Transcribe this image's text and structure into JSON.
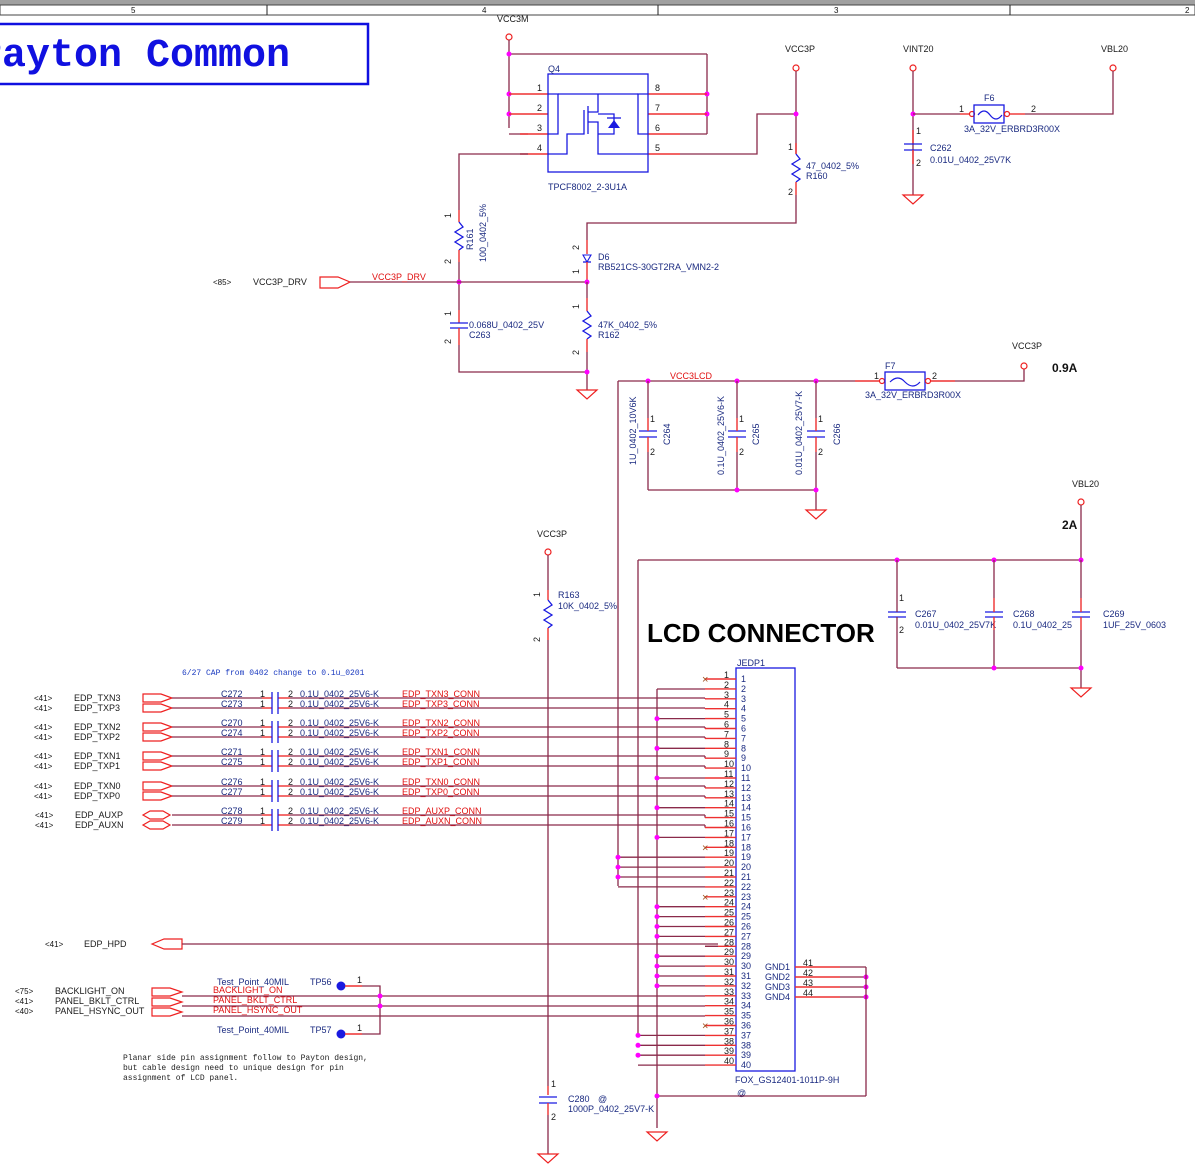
{
  "frame": {
    "zones": [
      "5",
      "4",
      "3",
      "2"
    ]
  },
  "title": "Payton Common",
  "section_title": "LCD CONNECTOR",
  "power_rails": {
    "vcc3m": "VCC3M",
    "vcc3p_top": "VCC3P",
    "vint20": "VINT20",
    "vbl20_top": "VBL20",
    "vcc3p_f7": "VCC3P",
    "vbl20_right": "VBL20",
    "vcc3p_r163": "VCC3P"
  },
  "currents": {
    "vcc3p": "0.9A",
    "vbl20": "2A"
  },
  "q4": {
    "ref": "Q4",
    "part": "TPCF8002_2-3U1A",
    "pins_left": [
      "1",
      "2",
      "3",
      "4"
    ],
    "pins_right": [
      "8",
      "7",
      "6",
      "5"
    ]
  },
  "f6": {
    "ref": "F6",
    "value": "3A_32V_ERBRD3R00X",
    "pin1": "1",
    "pin2": "2"
  },
  "f7": {
    "ref": "F7",
    "value": "3A_32V_ERBRD3R00X",
    "pin1": "1",
    "pin2": "2"
  },
  "c262": {
    "ref": "C262",
    "value": "0.01U_0402_25V7K",
    "pin1": "1",
    "pin2": "2"
  },
  "r160": {
    "ref": "R160",
    "value": "47_0402_5%",
    "pin1": "1",
    "pin2": "2"
  },
  "r161": {
    "ref": "R161",
    "value": "100_0402_5%",
    "pin1": "1",
    "pin2": "2"
  },
  "d6": {
    "ref": "D6",
    "value": "RB521CS-30GT2RA_VMN2-2",
    "pin1": "1",
    "pin2": "2"
  },
  "c263": {
    "ref": "C263",
    "value": "0.068U_0402_25V",
    "pin1": "1",
    "pin2": "2"
  },
  "r162": {
    "ref": "R162",
    "value": "47K_0402_5%",
    "pin1": "1",
    "pin2": "2"
  },
  "vcc3p_drv": {
    "sheet_ref": "<85>",
    "port_label": "VCC3P_DRV",
    "net_label": "VCC3P_DRV"
  },
  "vcc3lcd": {
    "net_label": "VCC3LCD"
  },
  "lcd_caps": [
    {
      "ref": "C264",
      "value": "1U_0402_10V6K"
    },
    {
      "ref": "C265",
      "value": "0.1U_0402_25V6-K"
    },
    {
      "ref": "C266",
      "value": "0.01U_0402_25V7-K"
    }
  ],
  "bl_caps": [
    {
      "ref": "C267",
      "value": "0.01U_0402_25V7K"
    },
    {
      "ref": "C268",
      "value": "0.1U_0402_25"
    },
    {
      "ref": "C269",
      "value": "1UF_25V_0603"
    }
  ],
  "r163": {
    "ref": "R163",
    "value": "10K_0402_5%",
    "pin1": "1",
    "pin2": "2"
  },
  "cap_note": "6/27 CAP from 0402 change to 0.1u_0201",
  "edp_pairs": [
    {
      "sheet": "<41>",
      "port": "EDP_TXN3",
      "cap": "C272",
      "value": "0.1U_0402_25V6-K",
      "net": "EDP_TXN3_CONN"
    },
    {
      "sheet": "<41>",
      "port": "EDP_TXP3",
      "cap": "C273",
      "value": "0.1U_0402_25V6-K",
      "net": "EDP_TXP3_CONN"
    },
    {
      "sheet": "<41>",
      "port": "EDP_TXN2",
      "cap": "C270",
      "value": "0.1U_0402_25V6-K",
      "net": "EDP_TXN2_CONN"
    },
    {
      "sheet": "<41>",
      "port": "EDP_TXP2",
      "cap": "C274",
      "value": "0.1U_0402_25V6-K",
      "net": "EDP_TXP2_CONN"
    },
    {
      "sheet": "<41>",
      "port": "EDP_TXN1",
      "cap": "C271",
      "value": "0.1U_0402_25V6-K",
      "net": "EDP_TXN1_CONN"
    },
    {
      "sheet": "<41>",
      "port": "EDP_TXP1",
      "cap": "C275",
      "value": "0.1U_0402_25V6-K",
      "net": "EDP_TXP1_CONN"
    },
    {
      "sheet": "<41>",
      "port": "EDP_TXN0",
      "cap": "C276",
      "value": "0.1U_0402_25V6-K",
      "net": "EDP_TXN0_CONN"
    },
    {
      "sheet": "<41>",
      "port": "EDP_TXP0",
      "cap": "C277",
      "value": "0.1U_0402_25V6-K",
      "net": "EDP_TXP0_CONN"
    },
    {
      "sheet": "<41>",
      "port": "EDP_AUXP",
      "cap": "C278",
      "value": "0.1U_0402_25V6-K",
      "net": "EDP_AUXP_CONN"
    },
    {
      "sheet": "<41>",
      "port": "EDP_AUXN",
      "cap": "C279",
      "value": "0.1U_0402_25V6-K",
      "net": "EDP_AUXN_CONN"
    }
  ],
  "hpd": {
    "sheet": "<41>",
    "port": "EDP_HPD"
  },
  "ctrl_signals": [
    {
      "sheet": "<75>",
      "port": "BACKLIGHT_ON",
      "net": "BACKLIGHT_ON"
    },
    {
      "sheet": "<41>",
      "port": "PANEL_BKLT_CTRL",
      "net": "PANEL_BKLT_CTRL"
    },
    {
      "sheet": "<40>",
      "port": "PANEL_HSYNC_OUT",
      "net": "PANEL_HSYNC_OUT"
    }
  ],
  "test_points": [
    {
      "ref": "TP56",
      "value": "Test_Point_40MIL",
      "pin": "1"
    },
    {
      "ref": "TP57",
      "value": "Test_Point_40MIL",
      "pin": "1"
    }
  ],
  "pin_note": [
    "Planar side pin assignment follow to Payton design,",
    "but cable design need to unique design for pin",
    "assignment of LCD panel."
  ],
  "jedp1": {
    "ref": "JEDP1",
    "part": "FOX_GS12401-1011P-9H",
    "variant_mark": "@",
    "pin_count": 40,
    "nc_pins": [
      1,
      18,
      23,
      36
    ],
    "gnd_pins": [
      {
        "name": "GND1",
        "num": "41"
      },
      {
        "name": "GND2",
        "num": "42"
      },
      {
        "name": "GND3",
        "num": "43"
      },
      {
        "name": "GND4",
        "num": "44"
      }
    ]
  },
  "c280": {
    "ref": "C280",
    "mark": "@",
    "value": "1000P_0402_25V7-K",
    "pin1": "1",
    "pin2": "2"
  }
}
